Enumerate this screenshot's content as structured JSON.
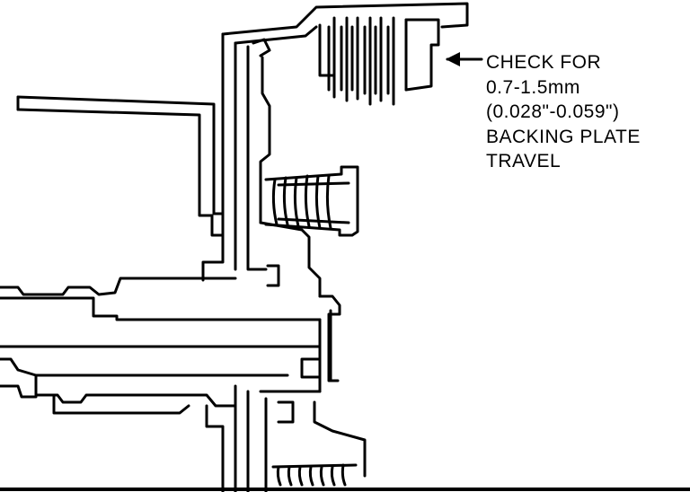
{
  "callout": {
    "lines": [
      "CHECK FOR",
      "0.7-1.5mm",
      "(0.028\"-0.059\")",
      "BACKING PLATE",
      "TRAVEL"
    ]
  }
}
